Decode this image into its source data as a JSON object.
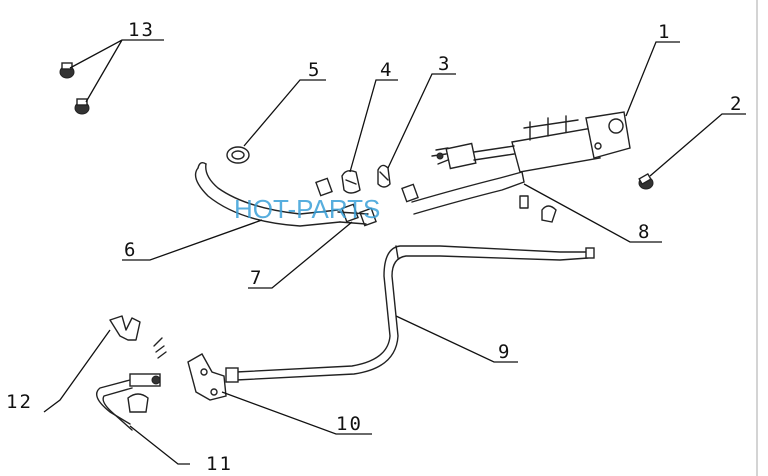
{
  "labels": [
    "1",
    "2",
    "3",
    "4",
    "5",
    "6",
    "7",
    "8",
    "9",
    "10",
    "11",
    "12",
    "13"
  ],
  "watermark": "HOT-PARTS",
  "colors": {
    "line": "#222222",
    "watermark": "#3aa0d8",
    "background": "#ffffff"
  }
}
